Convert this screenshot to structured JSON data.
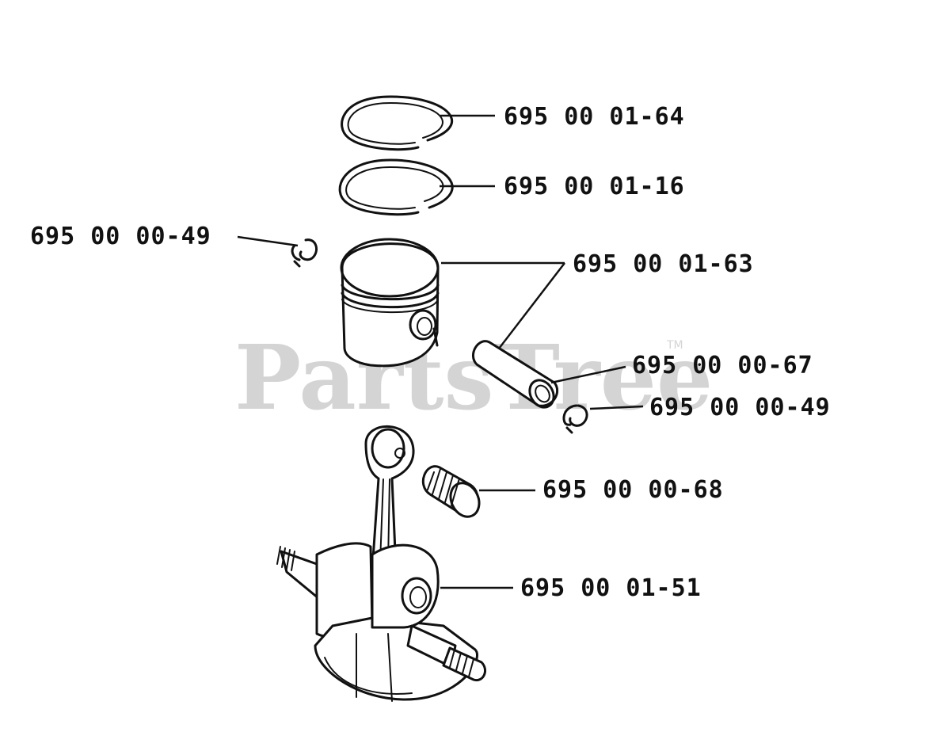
{
  "watermark": {
    "text": "PartsTree",
    "trademark": "TM",
    "color": "#d4d4d4"
  },
  "callouts": [
    {
      "id": "compression-ring",
      "part_number": "695 00 01-64"
    },
    {
      "id": "piston-ring",
      "part_number": "695 00 01-16"
    },
    {
      "id": "circlip-left",
      "part_number": "695 00 00-49"
    },
    {
      "id": "piston",
      "part_number": "695 00 01-63"
    },
    {
      "id": "piston-pin",
      "part_number": "695 00 00-67"
    },
    {
      "id": "circlip-right",
      "part_number": "695 00 00-49"
    },
    {
      "id": "needle-bearing",
      "part_number": "695 00 00-68"
    },
    {
      "id": "crankshaft",
      "part_number": "695 00 01-51"
    }
  ]
}
